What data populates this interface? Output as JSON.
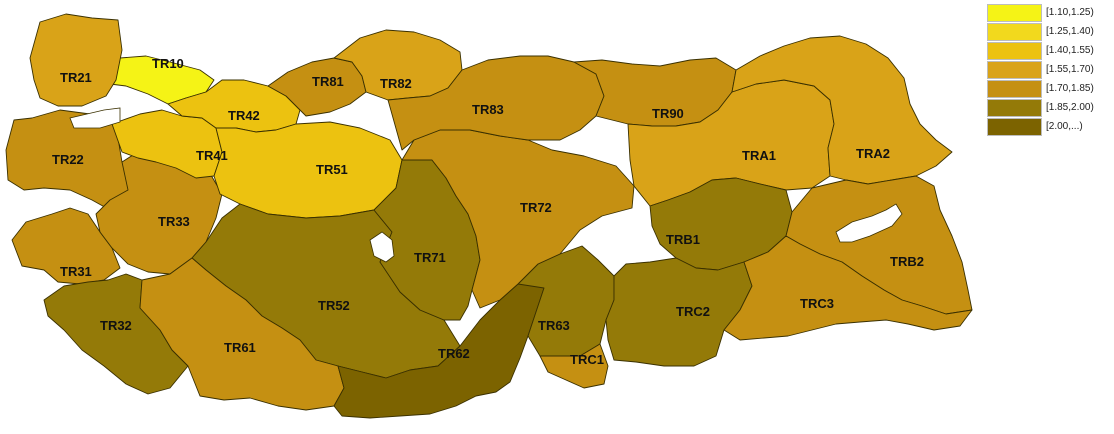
{
  "legend": {
    "items": [
      {
        "label": "[1.10,1.25)",
        "color": "#f5f316"
      },
      {
        "label": "[1.25,1.40)",
        "color": "#f2d91d"
      },
      {
        "label": "[1.40,1.55)",
        "color": "#ecc210"
      },
      {
        "label": "[1.55,1.70)",
        "color": "#d9a318"
      },
      {
        "label": "[1.70,1.85)",
        "color": "#c59012"
      },
      {
        "label": "[1.85,2.00)",
        "color": "#947a08"
      },
      {
        "label": "[2.00,...)",
        "color": "#7c6300"
      }
    ]
  },
  "regions": [
    {
      "label": "TR10",
      "class": "[1.10,1.25)",
      "color": "#f5f316"
    },
    {
      "label": "TR21",
      "class": "[1.55,1.70)",
      "color": "#d9a318"
    },
    {
      "label": "TR22",
      "class": "[1.70,1.85)",
      "color": "#c59012"
    },
    {
      "label": "TR31",
      "class": "[1.70,1.85)",
      "color": "#c59012"
    },
    {
      "label": "TR32",
      "class": "[1.85,2.00)",
      "color": "#947a08"
    },
    {
      "label": "TR33",
      "class": "[1.70,1.85)",
      "color": "#c59012"
    },
    {
      "label": "TR41",
      "class": "[1.40,1.55)",
      "color": "#ecc210"
    },
    {
      "label": "TR42",
      "class": "[1.40,1.55)",
      "color": "#ecc210"
    },
    {
      "label": "TR51",
      "class": "[1.40,1.55)",
      "color": "#ecc210"
    },
    {
      "label": "TR52",
      "class": "[1.85,2.00)",
      "color": "#947a08"
    },
    {
      "label": "TR61",
      "class": "[1.70,1.85)",
      "color": "#c59012"
    },
    {
      "label": "TR62",
      "class": "[2.00,...)",
      "color": "#7c6300"
    },
    {
      "label": "TR63",
      "class": "[1.85,2.00)",
      "color": "#947a08"
    },
    {
      "label": "TR71",
      "class": "[1.85,2.00)",
      "color": "#947a08"
    },
    {
      "label": "TR72",
      "class": "[1.70,1.85)",
      "color": "#c59012"
    },
    {
      "label": "TR81",
      "class": "[1.70,1.85)",
      "color": "#c59012"
    },
    {
      "label": "TR82",
      "class": "[1.55,1.70)",
      "color": "#d9a318"
    },
    {
      "label": "TR83",
      "class": "[1.70,1.85)",
      "color": "#c59012"
    },
    {
      "label": "TR90",
      "class": "[1.70,1.85)",
      "color": "#c59012"
    },
    {
      "label": "TRA1",
      "class": "[1.55,1.70)",
      "color": "#d9a318"
    },
    {
      "label": "TRA2",
      "class": "[1.55,1.70)",
      "color": "#d9a318"
    },
    {
      "label": "TRB1",
      "class": "[1.85,2.00)",
      "color": "#947a08"
    },
    {
      "label": "TRB2",
      "class": "[1.70,1.85)",
      "color": "#c59012"
    },
    {
      "label": "TRC1",
      "class": "[1.70,1.85)",
      "color": "#c59012"
    },
    {
      "label": "TRC2",
      "class": "[1.85,2.00)",
      "color": "#947a08"
    },
    {
      "label": "TRC3",
      "class": "[1.70,1.85)",
      "color": "#c59012"
    }
  ]
}
